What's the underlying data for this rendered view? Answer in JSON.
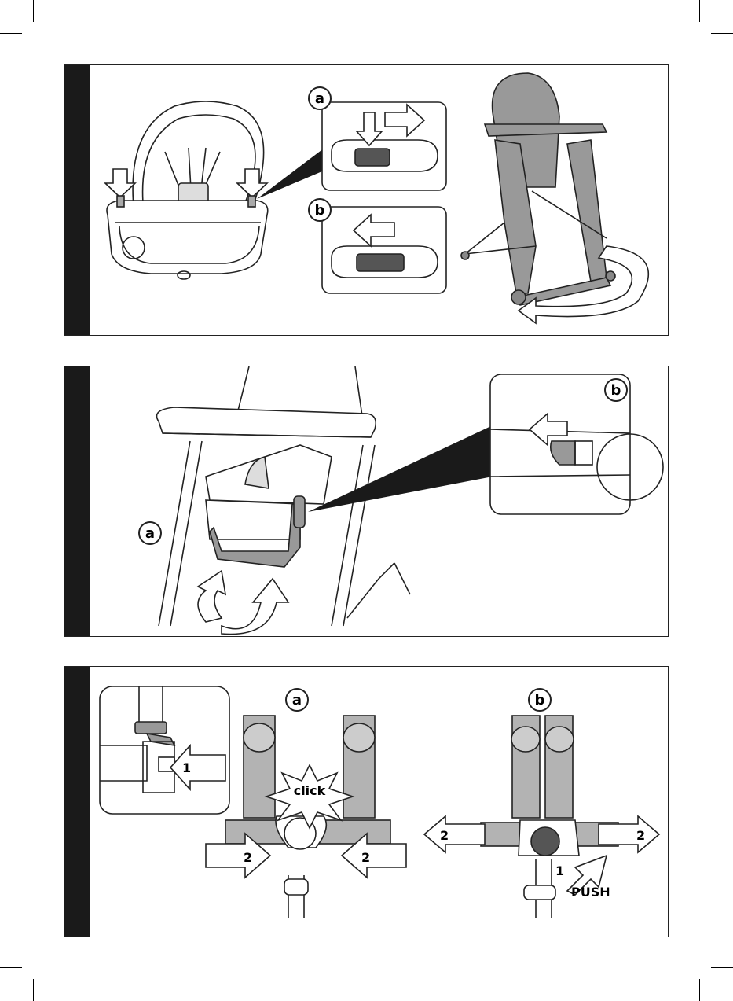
{
  "panels": [
    {
      "id": "panel-1",
      "callouts": {
        "a": "a",
        "b": "b"
      }
    },
    {
      "id": "panel-2",
      "callouts": {
        "a": "a",
        "b": "b"
      }
    },
    {
      "id": "panel-3",
      "callouts": {
        "a": "a",
        "b": "b"
      },
      "step_1_inset": "1",
      "step_click": "click",
      "step_2_left_a": "2",
      "step_2_right_a": "2",
      "step_2_left_b": "2",
      "step_2_right_b": "2",
      "step_1_push": "1",
      "push_label": "PUSH"
    }
  ],
  "colors": {
    "frame": "#222222",
    "bar": "#1a1a1a",
    "strap": "#b3b3b3",
    "knob": "#555555"
  }
}
